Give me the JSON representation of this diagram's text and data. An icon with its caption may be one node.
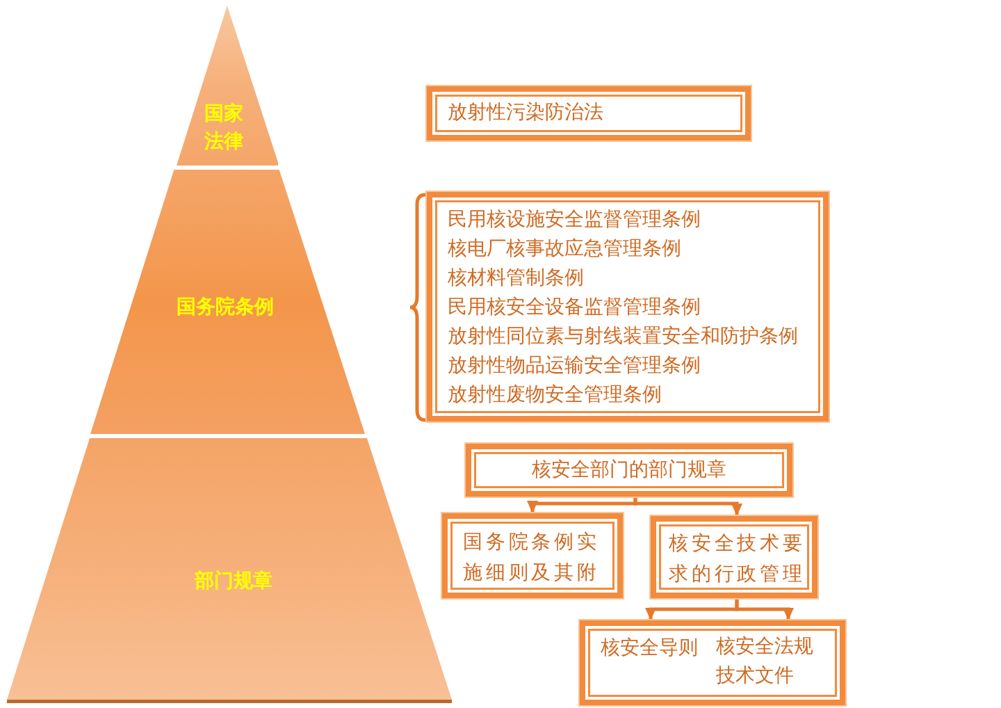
{
  "diagram": {
    "nodes": [
      {
        "text": [
          "国家法律"
        ]
      },
      {
        "text": [
          "国务院条例"
        ]
      },
      {
        "text": [
          "部门规章"
        ]
      },
      {
        "text": [
          "放射性污染防治法"
        ]
      },
      {
        "text": [
          "民用核设施安全监督管理条例",
          "核电厂核事故应急管理条例",
          "核材料管制条例",
          "民用核安全设备监督管理条例",
          "放射性同位素与射线装置安全和防护条例",
          "放射性物品运输安全管理条例",
          "放射性废物安全管理条例"
        ]
      },
      {
        "text": [
          "核安全部门的部门规章"
        ]
      },
      {
        "text": [
          "国务院条例实施细则及其附"
        ]
      },
      {
        "text": [
          "核安全技术要求的行政管理"
        ]
      },
      {
        "text": [],
        "shape": "box"
      },
      {
        "text": [
          "核安全导则"
        ],
        "in": 8
      },
      {
        "text": [
          "核安全法规技术文件"
        ],
        "in": 8
      }
    ],
    "edges": [
      {
        "from": 5,
        "to": 6,
        "arrow": "to"
      },
      {
        "from": 5,
        "to": 7,
        "arrow": "to"
      },
      {
        "from": 7,
        "to": 9,
        "arrow": "to"
      },
      {
        "from": 7,
        "to": 10,
        "arrow": "to"
      }
    ]
  }
}
